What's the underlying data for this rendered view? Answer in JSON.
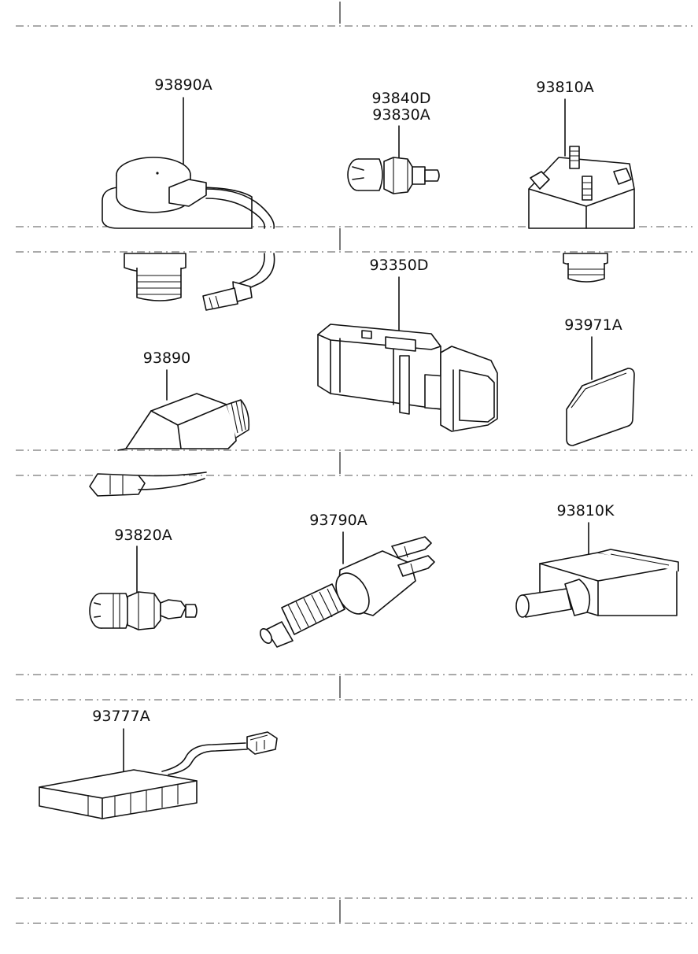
{
  "parts": [
    {
      "id": "p1",
      "labels": [
        "93890A"
      ]
    },
    {
      "id": "p2",
      "labels": [
        "93840D",
        "93830A"
      ]
    },
    {
      "id": "p3",
      "labels": [
        "93810A"
      ]
    },
    {
      "id": "p4",
      "labels": [
        "93350D"
      ]
    },
    {
      "id": "p5",
      "labels": [
        "93971A"
      ]
    },
    {
      "id": "p6",
      "labels": [
        "93890"
      ]
    },
    {
      "id": "p7",
      "labels": [
        "93820A"
      ]
    },
    {
      "id": "p8",
      "labels": [
        "93790A"
      ]
    },
    {
      "id": "p9",
      "labels": [
        "93810K"
      ]
    },
    {
      "id": "p10",
      "labels": [
        "93777A"
      ]
    }
  ]
}
